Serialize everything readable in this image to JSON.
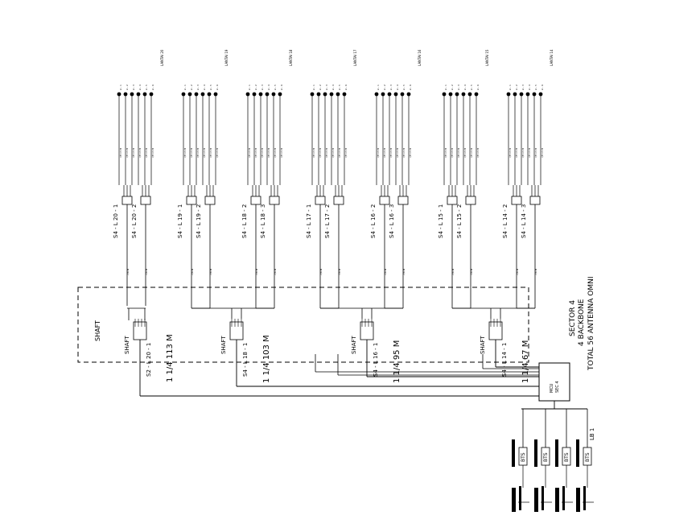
{
  "floors": [
    {
      "label": "LANTAI 20",
      "splitter": "S2 - L 20 - 1",
      "antennas": [
        "S4 - L 20 - 1",
        "S4 - L 20 - 2"
      ]
    },
    {
      "label": "LANTAI 19",
      "antennas": [
        "S4 - L 19 - 1",
        "S4 - L 19 - 2"
      ]
    },
    {
      "label": "LANTAI 18",
      "splitter": "S4 - L 18 - 1",
      "antennas": [
        "S4 - L 18 - 2",
        "S4 - L 18 - 3"
      ]
    },
    {
      "label": "LANTAI 17",
      "antennas": [
        "S4 - L 17 - 1",
        "S4 - L 17 - 2"
      ]
    },
    {
      "label": "LANTAI 16",
      "splitter": "S4 - L 16 - 1",
      "antennas": [
        "S4 - L 16 - 2",
        "S4 - L 16 - 3"
      ]
    },
    {
      "label": "LANTAI 15",
      "antennas": [
        "S4 - L 15 - 1",
        "S4 - L 15 - 2"
      ]
    },
    {
      "label": "LANTAI 14",
      "splitter": "S4 - L 14 - 1",
      "antennas": [
        "S4 - L 14 - 2",
        "S4 - L 14 - 3"
      ]
    }
  ],
  "shaft_region_label": "SHAFT",
  "shaft_label": "SHAFT",
  "feeder_runs": [
    "1 1/4 113 M",
    "1 1/4 103 M",
    "1 1/4 95 M",
    "1 1/4 67 M"
  ],
  "cable_label": "7/8 M",
  "sector_notes": [
    "SECTOR 4",
    "4 BACKBONE",
    "TOTAL 56 ANTENNA OMNI"
  ],
  "combiner": {
    "line1": "MCU",
    "line2": "SEC 4"
  },
  "ground_level_label": "LB 1",
  "bts_units": [
    "BTS",
    "BTS",
    "BTS",
    "BTS"
  ]
}
